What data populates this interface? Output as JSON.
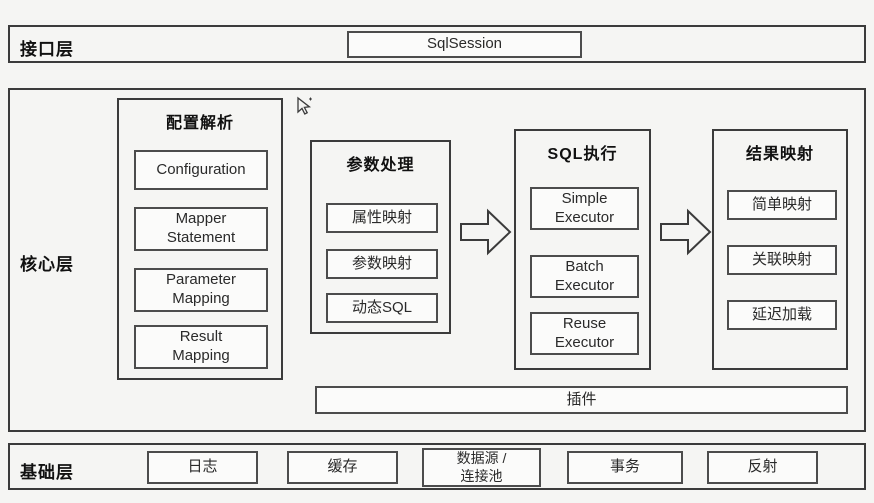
{
  "colors": {
    "background": "#f5f5f3",
    "border": "#3b3b3b",
    "box_fill": "#fbfbfa",
    "text": "#1e1e1e"
  },
  "interface_layer": {
    "label": "接口层",
    "sqlsession": "SqlSession"
  },
  "core_layer": {
    "label": "核心层",
    "config_group": {
      "title": "配置解析",
      "items": [
        "Configuration",
        "Mapper\nStatement",
        "Parameter\nMapping",
        "Result\nMapping"
      ]
    },
    "param_group": {
      "title": "参数处理",
      "items": [
        "属性映射",
        "参数映射",
        "动态SQL"
      ]
    },
    "sql_group": {
      "title": "SQL执行",
      "items": [
        "Simple\nExecutor",
        "Batch\nExecutor",
        "Reuse\nExecutor"
      ]
    },
    "result_group": {
      "title": "结果映射",
      "items": [
        "简单映射",
        "关联映射",
        "延迟加载"
      ]
    },
    "plugin": "插件"
  },
  "base_layer": {
    "label": "基础层",
    "items": [
      "日志",
      "缓存",
      "数据源 /\n连接池",
      "事务",
      "反射"
    ]
  }
}
